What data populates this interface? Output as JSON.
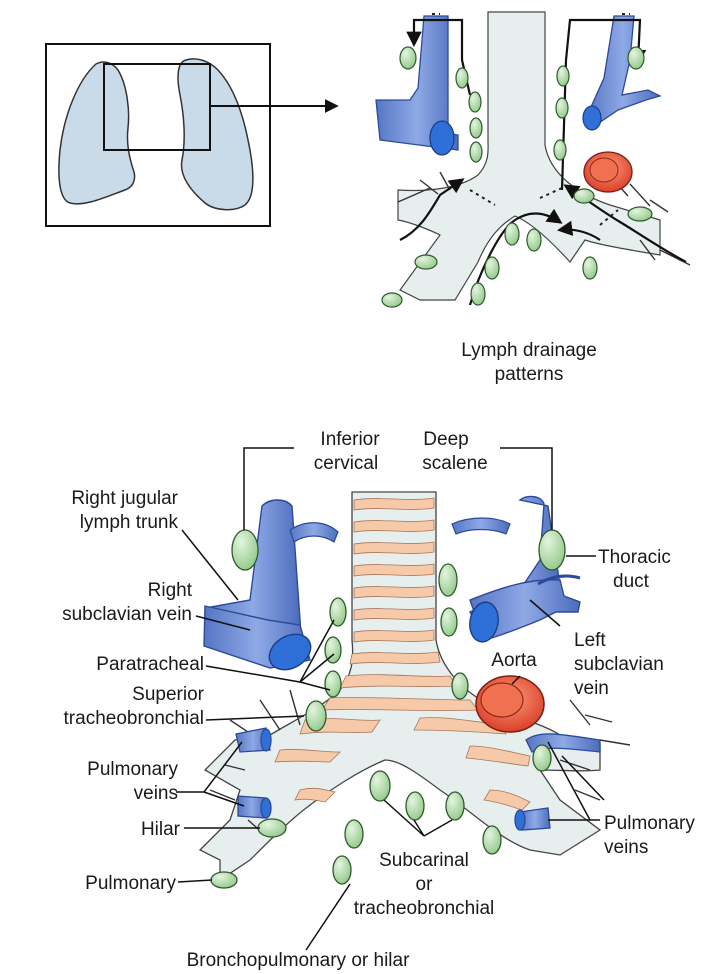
{
  "caption": {
    "line1": "Lymph drainage",
    "line2": "patterns"
  },
  "labels": {
    "inferior_cervical": [
      "Inferior",
      "cervical"
    ],
    "deep_scalene": [
      "Deep",
      "scalene"
    ],
    "right_jugular": [
      "Right jugular",
      "lymph trunk"
    ],
    "right_subclavian": [
      "Right",
      "subclavian vein"
    ],
    "paratracheal": "Paratracheal",
    "superior_tracheobronchial": [
      "Superior",
      "tracheobronchial"
    ],
    "pulmonary_veins_left": [
      "Pulmonary",
      "veins"
    ],
    "hilar": "Hilar",
    "pulmonary": "Pulmonary",
    "thoracic_duct": [
      "Thoracic",
      "duct"
    ],
    "aorta": "Aorta",
    "left_subclavian": [
      "Left",
      "subclavian",
      "vein"
    ],
    "pulmonary_veins_right": [
      "Pulmonary",
      "veins"
    ],
    "subcarinal": [
      "Subcarinal",
      "or",
      "tracheobronchial"
    ],
    "bronchopulmonary": "Bronchopulmonary or hilar"
  },
  "colors": {
    "vein": "#6f8fd6",
    "vein_dark": "#3f5fb0",
    "vein_lumen": "#2f6fd8",
    "node": "#a8d8a0",
    "node_stroke": "#2e5a2e",
    "trachea": "#e6eeee",
    "cartilage": "#f6c9a8",
    "aorta": "#e8553a",
    "lung": "#c9dbe8"
  }
}
